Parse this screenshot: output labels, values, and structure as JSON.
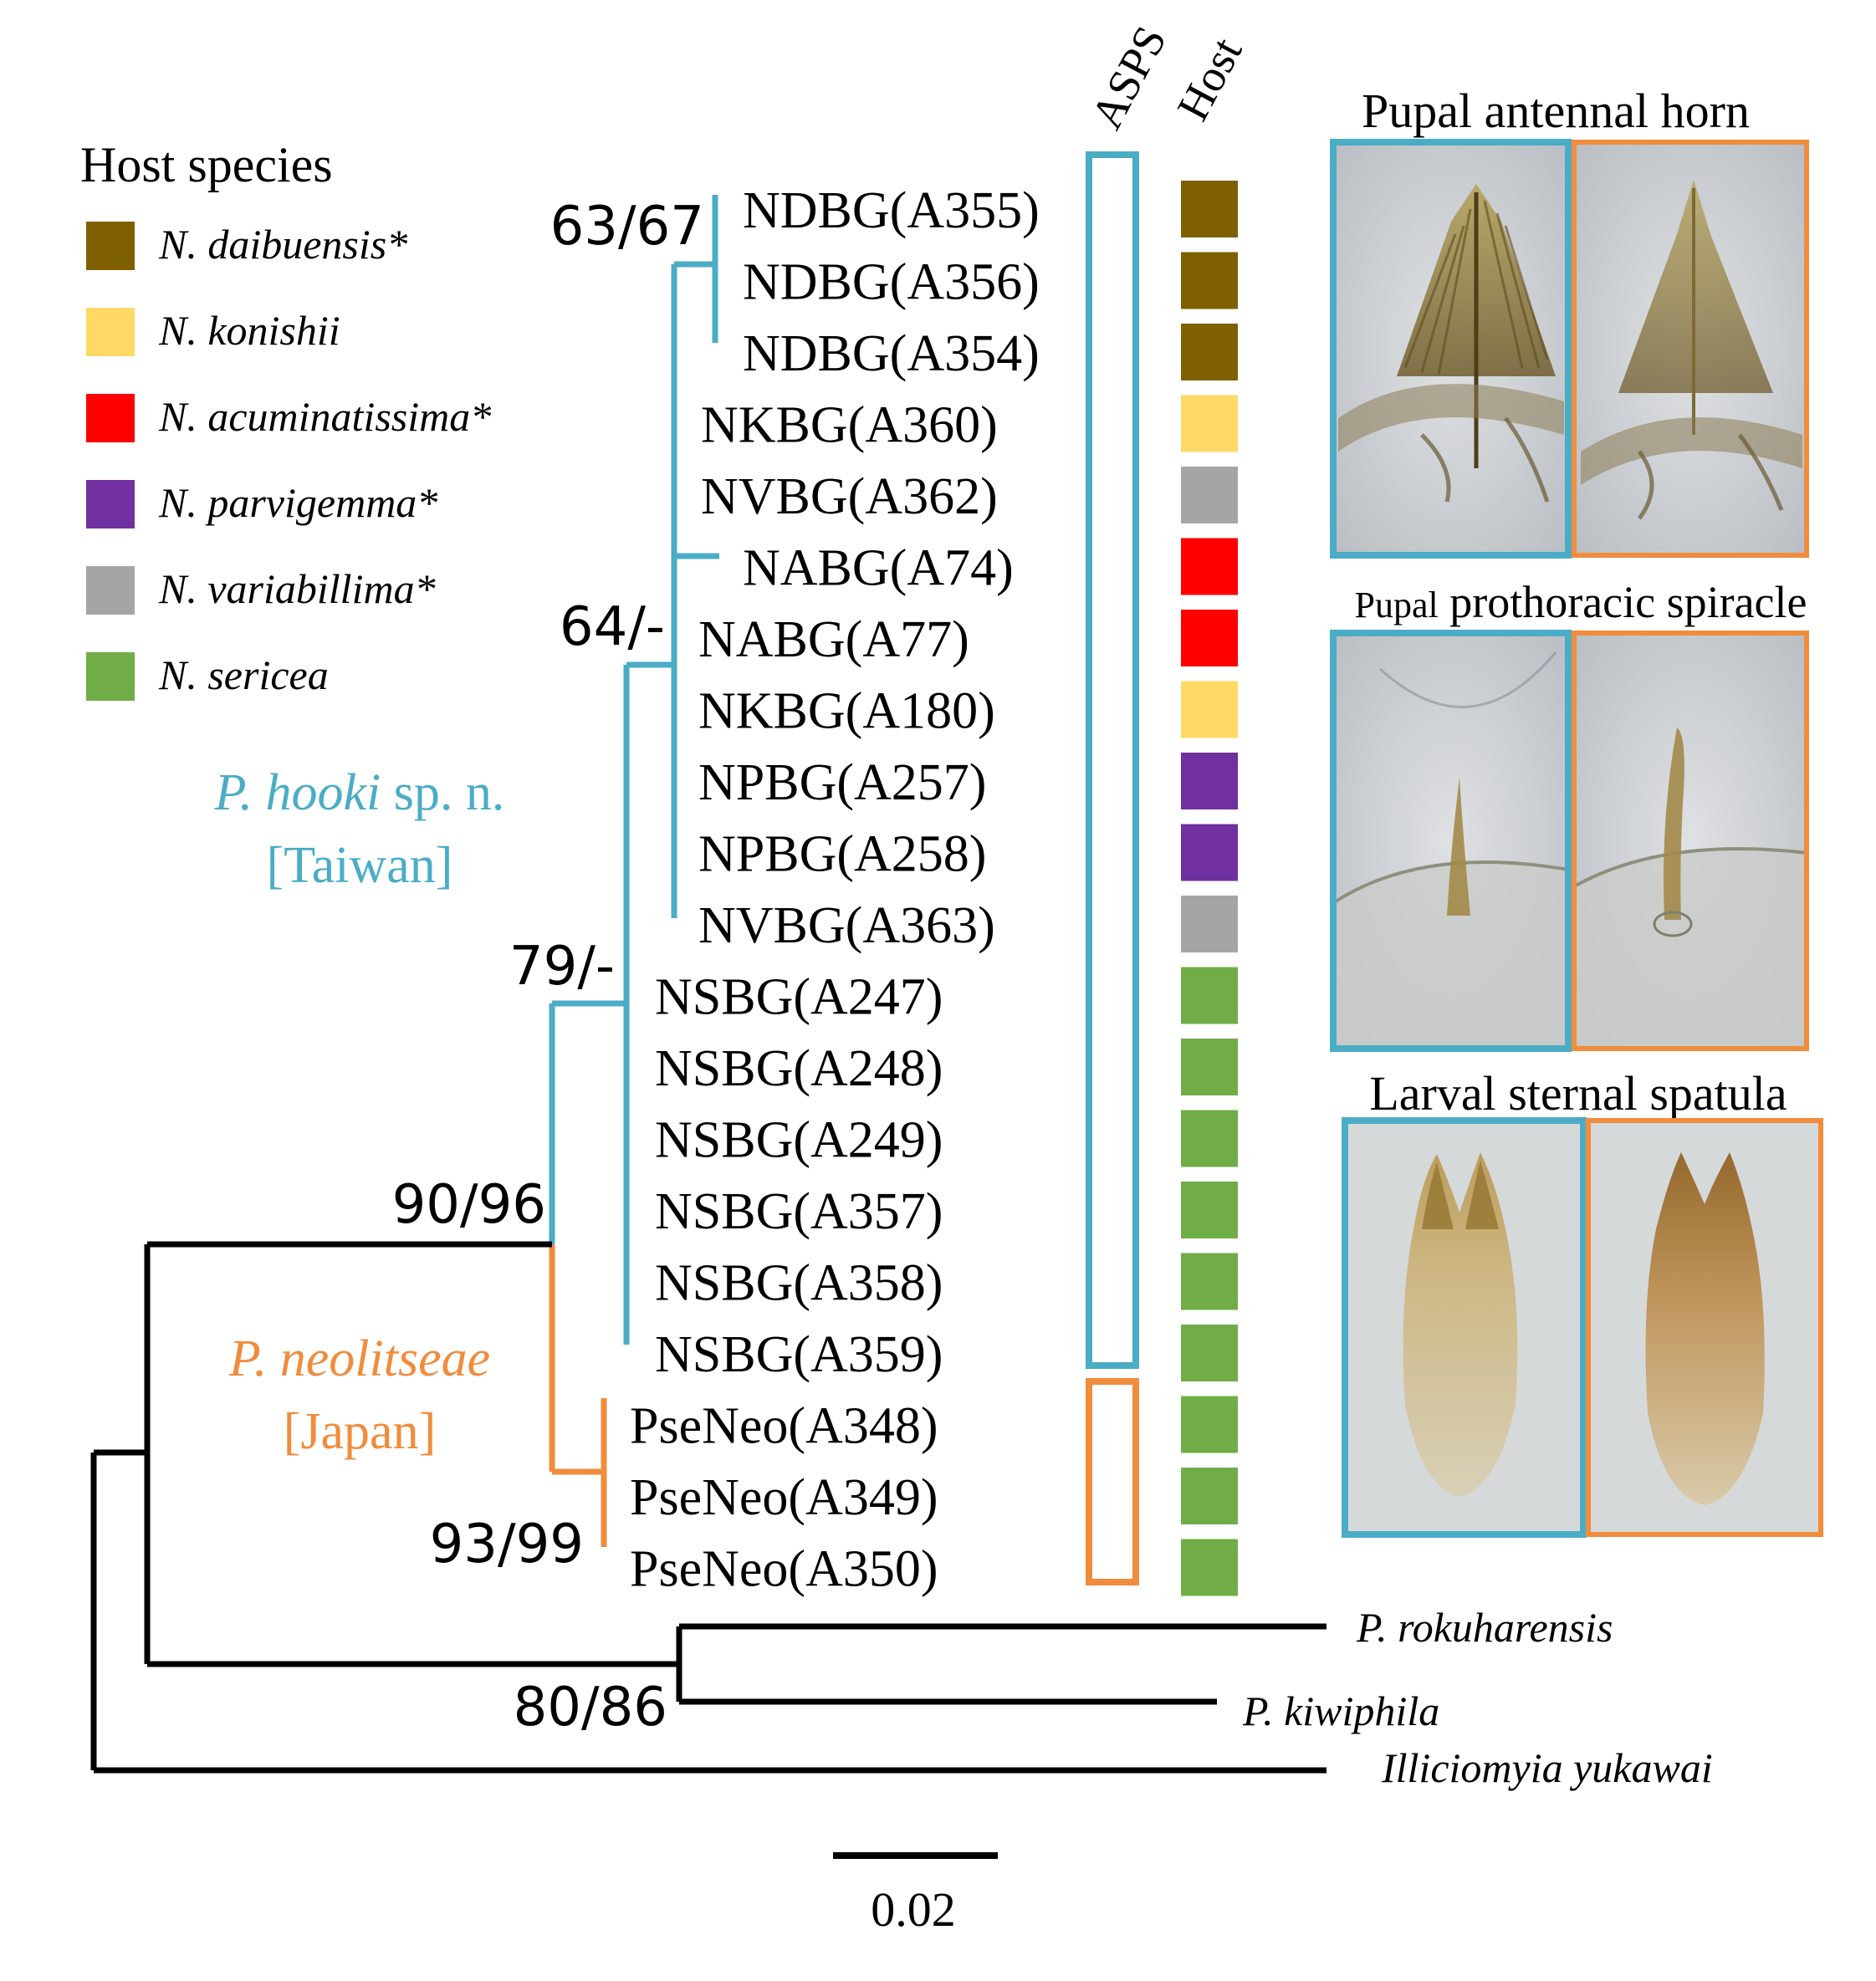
{
  "legend": {
    "title": "Host species",
    "items": [
      {
        "key": "daibuensis",
        "label": "N. daibuensis*",
        "color": "#7f6000"
      },
      {
        "key": "konishii",
        "label": "N. konishii",
        "color": "#ffd966"
      },
      {
        "key": "acuminatissima",
        "label": "N. acuminatissima*",
        "color": "#ff0000"
      },
      {
        "key": "parvigemma",
        "label": "N. parvigemma*",
        "color": "#7030a0"
      },
      {
        "key": "variabillima",
        "label": "N. variabillima*",
        "color": "#a5a5a5"
      },
      {
        "key": "sericea",
        "label": "N. sericea",
        "color": "#70ad47"
      }
    ]
  },
  "clades": {
    "hooki": {
      "name": "P. hooki",
      "suffix": " sp. n.",
      "region": "[Taiwan]",
      "color": "#4bacc6"
    },
    "neolitseae": {
      "name": "P. neolitseae",
      "region": "[Japan]",
      "color": "#f08c3c"
    }
  },
  "columns": {
    "asps": "ASPS",
    "host": "Host"
  },
  "support": {
    "s1": "63/67",
    "s2": "64/-",
    "s3": "79/-",
    "s4": "90/96",
    "s5": "93/99",
    "s6": "80/86"
  },
  "taxa": [
    {
      "label": "NDBG(A355)",
      "host": "daibuensis"
    },
    {
      "label": "NDBG(A356)",
      "host": "daibuensis"
    },
    {
      "label": "NDBG(A354)",
      "host": "daibuensis"
    },
    {
      "label": "NKBG(A360)",
      "host": "konishii"
    },
    {
      "label": "NVBG(A362)",
      "host": "variabillima"
    },
    {
      "label": "NABG(A74)",
      "host": "acuminatissima"
    },
    {
      "label": "NABG(A77)",
      "host": "acuminatissima"
    },
    {
      "label": "NKBG(A180)",
      "host": "konishii"
    },
    {
      "label": "NPBG(A257)",
      "host": "parvigemma"
    },
    {
      "label": "NPBG(A258)",
      "host": "parvigemma"
    },
    {
      "label": "NVBG(A363)",
      "host": "variabillima"
    },
    {
      "label": "NSBG(A247)",
      "host": "sericea"
    },
    {
      "label": "NSBG(A248)",
      "host": "sericea"
    },
    {
      "label": "NSBG(A249)",
      "host": "sericea"
    },
    {
      "label": "NSBG(A357)",
      "host": "sericea"
    },
    {
      "label": "NSBG(A358)",
      "host": "sericea"
    },
    {
      "label": "NSBG(A359)",
      "host": "sericea"
    },
    {
      "label": "PseNeo(A348)",
      "host": "sericea"
    },
    {
      "label": "PseNeo(A349)",
      "host": "sericea"
    },
    {
      "label": "PseNeo(A350)",
      "host": "sericea"
    }
  ],
  "outgroups": {
    "rokuharensis": "P. rokuharensis",
    "kiwiphila": "P. kiwiphila",
    "yukawai": "Illiciomyia yukawai"
  },
  "scale_bar": {
    "value": "0.02"
  },
  "panels": {
    "antennal": "Pupal antennal horn",
    "spiracle_prefix": "Pupal",
    "spiracle_main": " prothoracic spiracle",
    "spatula": "Larval sternal spatula"
  }
}
